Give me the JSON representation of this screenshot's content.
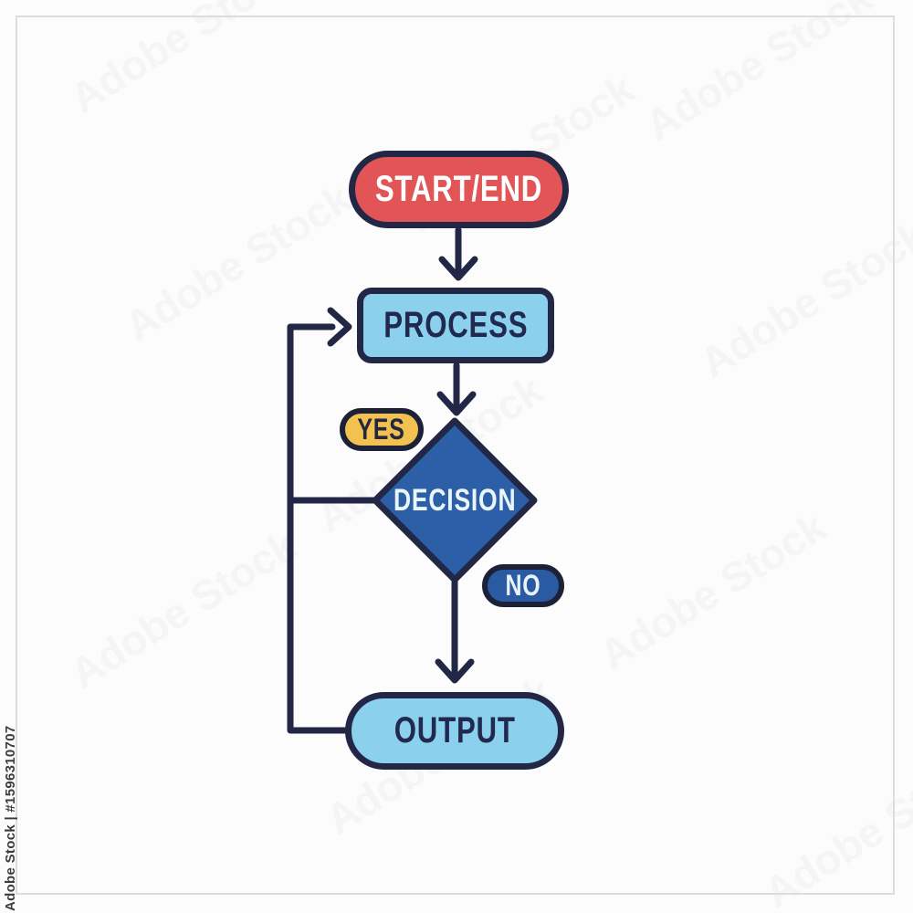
{
  "watermark": {
    "tile_text": "Adobe Stock",
    "credit_text": "Adobe Stock | #1596310707"
  },
  "flowchart": {
    "nodes": [
      {
        "id": "start-end",
        "shape": "stadium",
        "label": "START/END",
        "fill": "#e15556",
        "text_color": "#ffffff"
      },
      {
        "id": "process",
        "shape": "rounded-rect",
        "label": "PROCESS",
        "fill": "#8bd0ed",
        "text_color": "#21294e"
      },
      {
        "id": "decision",
        "shape": "diamond",
        "label": "DECISION",
        "fill": "#2c5fa8",
        "text_color": "#eaf4fb"
      },
      {
        "id": "output",
        "shape": "stadium",
        "label": "OUTPUT",
        "fill": "#8bd0ed",
        "text_color": "#21294e"
      }
    ],
    "branch_labels": [
      {
        "id": "yes",
        "label": "YES",
        "fill": "#f2c14f",
        "text_color": "#232741"
      },
      {
        "id": "no",
        "label": "NO",
        "fill": "#2a5aa2",
        "text_color": "#eaf1fa"
      }
    ],
    "edges": [
      {
        "from": "start-end",
        "to": "process"
      },
      {
        "from": "process",
        "to": "decision"
      },
      {
        "from": "decision",
        "to": "output",
        "branch": "NO"
      },
      {
        "from": "decision",
        "to": "process",
        "branch": "YES",
        "type": "loop-back-left-rail"
      },
      {
        "from": "output",
        "to": "left-rail",
        "type": "junction"
      }
    ],
    "stroke_color": "#232746",
    "background_color": "#fcfcfc",
    "frame_color": "#dddddd"
  }
}
